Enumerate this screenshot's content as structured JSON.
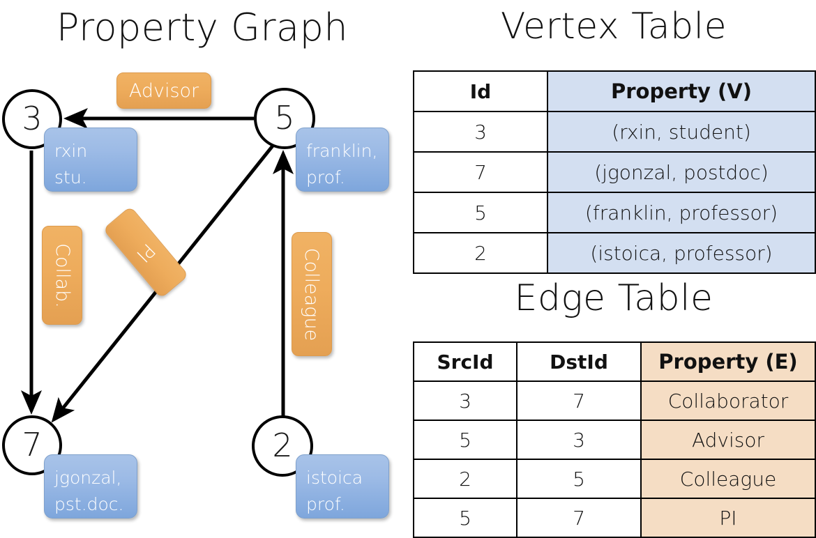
{
  "titles": {
    "property_graph": "Property Graph",
    "vertex_table": "Vertex Table",
    "edge_table": "Edge Table"
  },
  "graph": {
    "nodes": [
      {
        "id": "3",
        "property": "rxin\nstu."
      },
      {
        "id": "5",
        "property": "franklin,\nprof."
      },
      {
        "id": "7",
        "property": "jgonzal,\npst.doc."
      },
      {
        "id": "2",
        "property": "istoica\nprof."
      }
    ],
    "edge_labels": [
      {
        "name": "advisor",
        "text": "Advisor"
      },
      {
        "name": "collab",
        "text": "Collab."
      },
      {
        "name": "pi",
        "text": "PI"
      },
      {
        "name": "colleague",
        "text": "Colleague"
      }
    ]
  },
  "vertex_table": {
    "headers": [
      "Id",
      "Property (V)"
    ],
    "rows": [
      {
        "id": "3",
        "property": "(rxin, student)"
      },
      {
        "id": "7",
        "property": "(jgonzal, postdoc)"
      },
      {
        "id": "5",
        "property": "(franklin, professor)"
      },
      {
        "id": "2",
        "property": "(istoica, professor)"
      }
    ]
  },
  "edge_table": {
    "headers": [
      "SrcId",
      "DstId",
      "Property (E)"
    ],
    "rows": [
      {
        "src": "3",
        "dst": "7",
        "property": "Collaborator"
      },
      {
        "src": "5",
        "dst": "3",
        "property": "Advisor"
      },
      {
        "src": "2",
        "dst": "5",
        "property": "Colleague"
      },
      {
        "src": "5",
        "dst": "7",
        "property": "PI"
      }
    ]
  },
  "colors": {
    "vertex_property_fill": "#d3dff1",
    "edge_property_fill": "#f5ddc4",
    "node_box_blue": "#8db3e2",
    "edge_box_orange": "#eeac5c",
    "stroke": "#000000"
  }
}
